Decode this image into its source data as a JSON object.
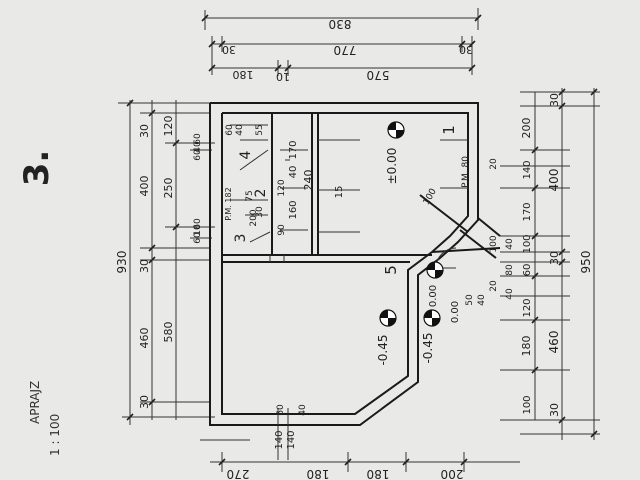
{
  "sheet": {
    "sheet_number": "3.",
    "caption": "APRAJZ",
    "scale": "1 : 100"
  },
  "rooms": [
    {
      "key": "room1",
      "label": "1"
    },
    {
      "key": "room2",
      "label": "2"
    },
    {
      "key": "room3",
      "label": "3"
    },
    {
      "key": "room4",
      "label": "4"
    },
    {
      "key": "room5",
      "label": "5"
    }
  ],
  "levels": {
    "main": "±0.00",
    "hall": "0.00",
    "hall2": "0.00",
    "low1": "-0.45",
    "low2": "-0.45"
  },
  "room_notes": {
    "room1_area": "P.M. 80",
    "room3_area": "P.M. 182",
    "stair_small": "75",
    "stair_200": "200",
    "door_label": "100",
    "corridor": "240",
    "corridor2": "15"
  },
  "dimensions": {
    "top_outer": [
      "830"
    ],
    "top_mid": [
      "30",
      "770",
      "30"
    ],
    "top_inner": [
      "180",
      "10",
      "570"
    ],
    "left_outer": [
      "930"
    ],
    "left_mid": [
      "30",
      "400",
      "30",
      "460",
      "30"
    ],
    "left_inner": [
      "120",
      "250",
      "580"
    ],
    "left_small": [
      "60",
      "60",
      "40",
      "60",
      "60",
      "10"
    ],
    "right_outer": [
      "950"
    ],
    "right_mid": [
      "30",
      "400",
      "30",
      "460",
      "30"
    ],
    "right_inner": [
      "200",
      "140",
      "170",
      "100",
      "60",
      "120",
      "180",
      "100"
    ],
    "right_small": [
      "40",
      "40",
      "80",
      "100",
      "20"
    ],
    "interior": [
      "170",
      "40",
      "160",
      "120",
      "90",
      "30",
      "40",
      "55",
      "60",
      "40",
      "20",
      "50"
    ],
    "bottom_inner": [
      "140",
      "140",
      "60",
      "40"
    ],
    "bottom_outer": [
      "270",
      "180",
      "180",
      "200"
    ]
  }
}
